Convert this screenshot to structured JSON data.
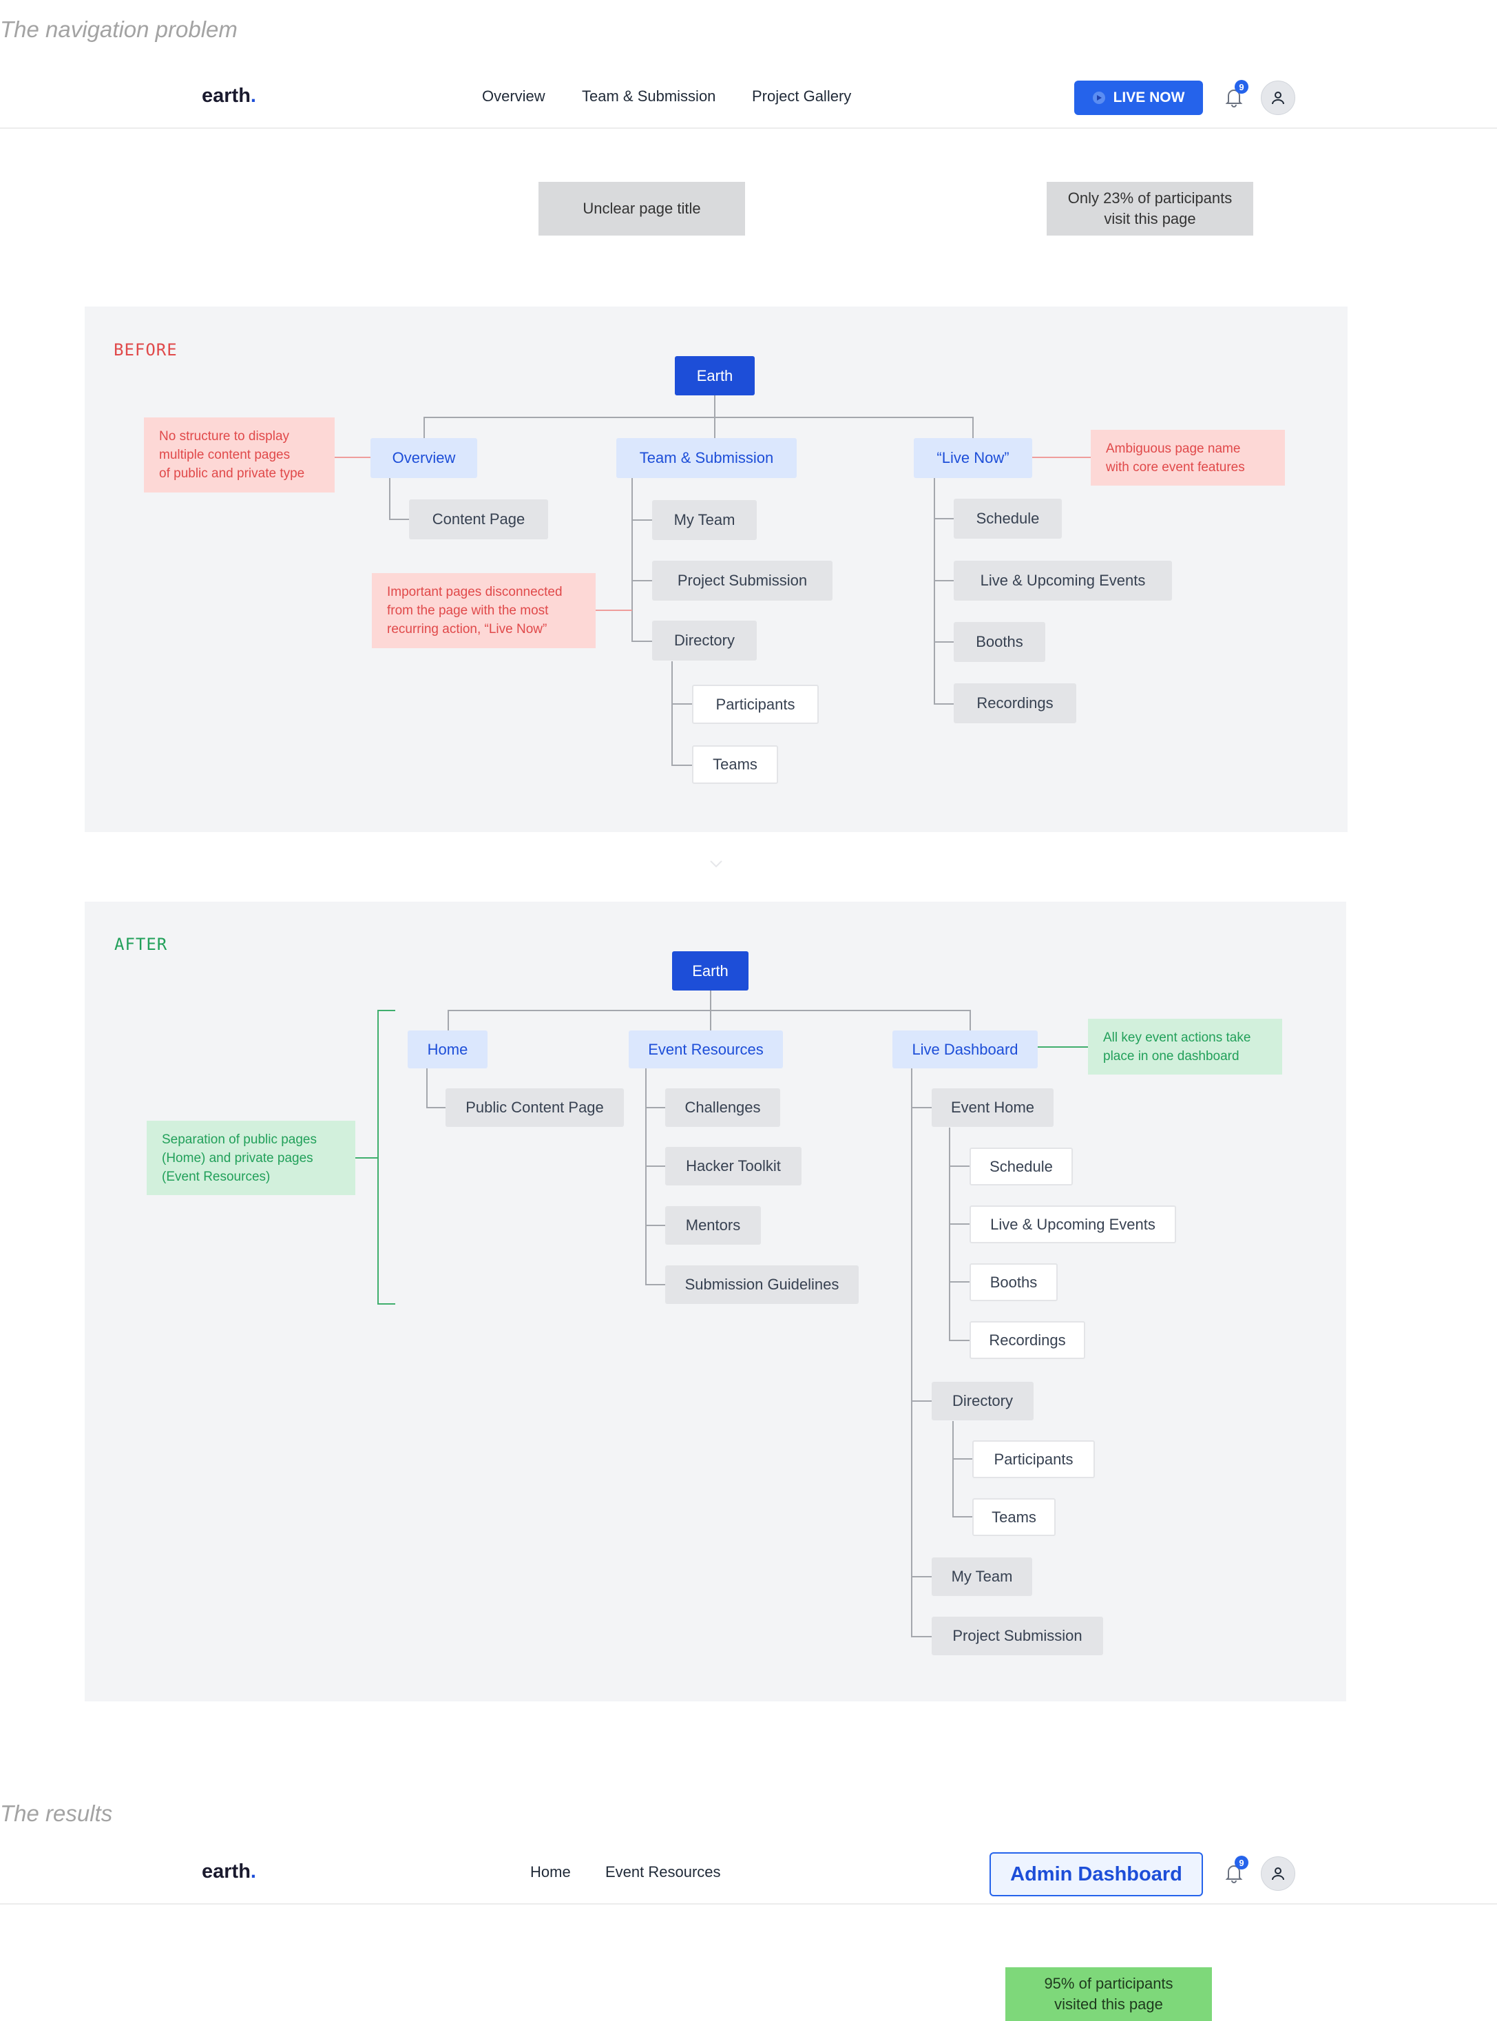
{
  "section1": {
    "title": "The navigation problem"
  },
  "navbar1": {
    "logo": "earth",
    "logo_dot": ".",
    "links": [
      "Overview",
      "Team & Submission",
      "Project Gallery"
    ],
    "live_button": "LIVE NOW",
    "notification_count": "9"
  },
  "callouts1": {
    "title_issue": "Unclear page title",
    "visit_line1": "Only 23% of participants",
    "visit_line2": "visit this page"
  },
  "before": {
    "tag": "BEFORE",
    "root": "Earth",
    "overview": {
      "label": "Overview",
      "children": [
        "Content Page"
      ]
    },
    "team": {
      "label": "Team & Submission",
      "children": [
        "My Team",
        "Project Submission",
        "Directory"
      ],
      "directory_children": [
        "Participants",
        "Teams"
      ]
    },
    "live": {
      "label": "“Live Now”",
      "children": [
        "Schedule",
        "Live & Upcoming Events",
        "Booths",
        "Recordings"
      ]
    },
    "notes": {
      "structure": [
        "No structure to display",
        "multiple content pages",
        "of public and private type"
      ],
      "disconnected": [
        "Important pages disconnected",
        "from the page with the most",
        "recurring action, “Live Now”"
      ],
      "ambiguous": [
        "Ambiguous page name",
        "with core event features"
      ]
    }
  },
  "after": {
    "tag": "AFTER",
    "root": "Earth",
    "home": {
      "label": "Home",
      "children": [
        "Public Content Page"
      ]
    },
    "resources": {
      "label": "Event Resources",
      "children": [
        "Challenges",
        "Hacker Toolkit",
        "Mentors",
        "Submission Guidelines"
      ]
    },
    "dashboard": {
      "label": "Live Dashboard",
      "event_home": "Event Home",
      "event_home_children": [
        "Schedule",
        "Live & Upcoming Events",
        "Booths",
        "Recordings"
      ],
      "directory": "Directory",
      "directory_children": [
        "Participants",
        "Teams"
      ],
      "my_team": "My Team",
      "project_submission": "Project Submission"
    },
    "notes": {
      "separation": [
        "Separation of public pages",
        "(Home) and private pages",
        "(Event Resources)"
      ],
      "dashboard": [
        "All key event actions take",
        "place in one dashboard"
      ]
    }
  },
  "section2": {
    "title": "The results"
  },
  "navbar2": {
    "logo": "earth",
    "logo_dot": ".",
    "links": [
      "Home",
      "Event Resources"
    ],
    "admin_button": "Admin Dashboard",
    "notification_count": "9"
  },
  "callouts2": {
    "visit_line1": "95% of participants",
    "visit_line2": "visited this page"
  },
  "colors": {
    "primary": "#1d4ed8",
    "accent_blue": "#2563eb",
    "node_blue_bg": "#dbe7fd",
    "before_red": "#e0494a",
    "after_green": "#22a05a",
    "result_green": "#7ed87a"
  }
}
